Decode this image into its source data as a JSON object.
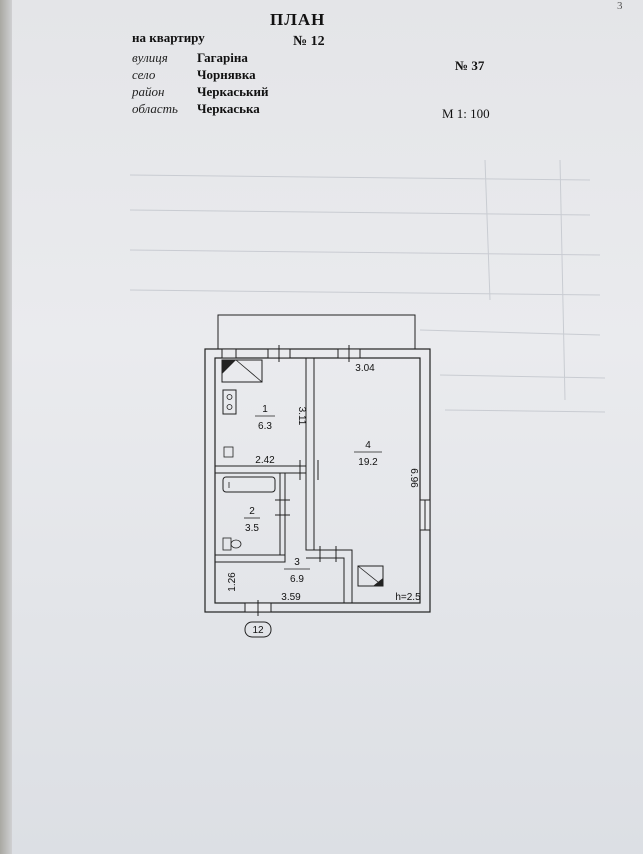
{
  "header": {
    "corner_number": "3",
    "title": "ПЛАН",
    "subtitle": "на квартиру",
    "apartment_no": "№ 12",
    "street_label": "вулиця",
    "street_value": "Гагаріна",
    "village_label": "село",
    "village_value": "Чорнявка",
    "district_label": "район",
    "district_value": "Черкаський",
    "region_label": "область",
    "region_value": "Черкаська",
    "house_no": "№ 37",
    "scale": "М 1: 100"
  },
  "plan": {
    "rooms": [
      {
        "number": "1",
        "area": "6.3"
      },
      {
        "number": "2",
        "area": "3.5"
      },
      {
        "number": "3",
        "area": "6.9"
      },
      {
        "number": "4",
        "area": "19.2"
      }
    ],
    "dimensions": {
      "top_room4_width": "3.04",
      "room3_height": "3.11",
      "room3_width": "2.42",
      "room4_height": "6.96",
      "room1_height": "1.26",
      "room1_width": "3.59",
      "ceiling_height": "h=2.5"
    },
    "entrance_label": "12"
  }
}
